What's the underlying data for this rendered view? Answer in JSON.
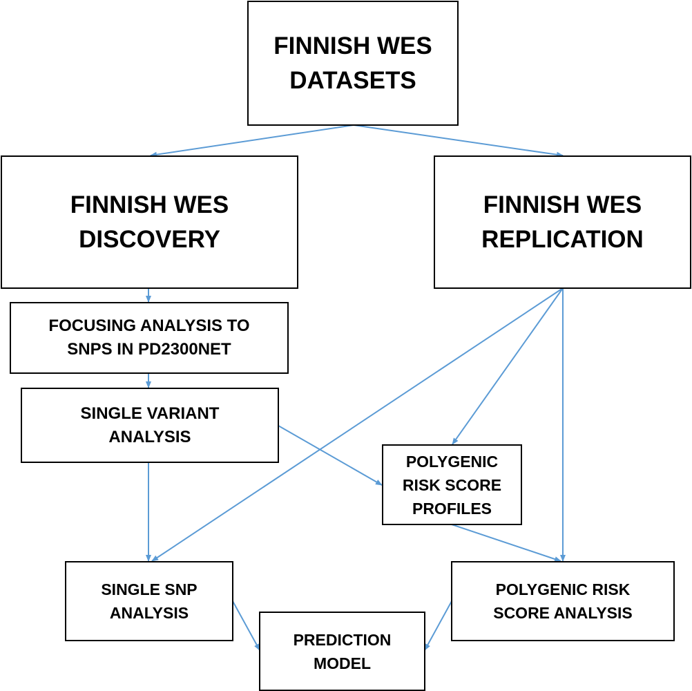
{
  "nodes": {
    "datasets": "FINNISH WES\nDATASETS",
    "discovery": "FINNISH WES\nDISCOVERY",
    "replication": "FINNISH WES\nREPLICATION",
    "focusing": "FOCUSING ANALYSIS TO\nSNPS IN PD2300NET",
    "single_variant": "SINGLE VARIANT\nANALYSIS",
    "prs_profiles": "POLYGENIC\nRISK SCORE\nPROFILES",
    "single_snp": "SINGLE SNP\nANALYSIS",
    "prs_analysis": "POLYGENIC RISK\nSCORE ANALYSIS",
    "prediction": "PREDICTION\nMODEL"
  },
  "edges": [
    {
      "from": "datasets",
      "to": "discovery"
    },
    {
      "from": "datasets",
      "to": "replication"
    },
    {
      "from": "discovery",
      "to": "focusing"
    },
    {
      "from": "focusing",
      "to": "single_variant"
    },
    {
      "from": "single_variant",
      "to": "single_snp"
    },
    {
      "from": "single_variant",
      "to": "prs_profiles"
    },
    {
      "from": "replication",
      "to": "single_snp"
    },
    {
      "from": "replication",
      "to": "prs_profiles"
    },
    {
      "from": "replication",
      "to": "prs_analysis"
    },
    {
      "from": "prs_profiles",
      "to": "prs_analysis"
    },
    {
      "from": "single_snp",
      "to": "prediction"
    },
    {
      "from": "prs_analysis",
      "to": "prediction"
    }
  ],
  "colors": {
    "arrow": "#5b9bd5",
    "border": "#000000",
    "text": "#000000"
  }
}
